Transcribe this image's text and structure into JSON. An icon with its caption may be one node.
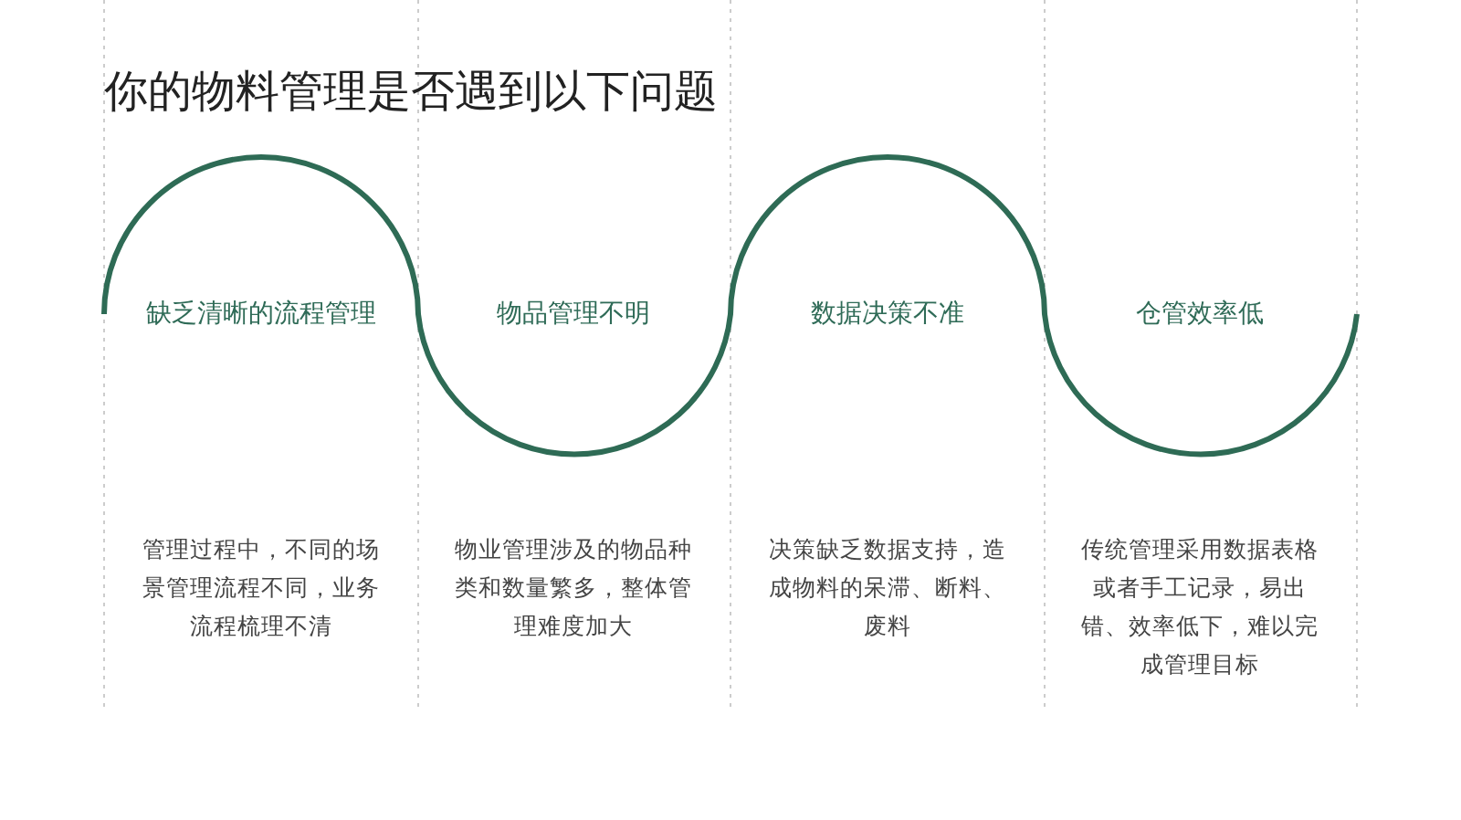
{
  "diagram": {
    "title": "你的物料管理是否遇到以下问题",
    "labels": [
      "缺乏清晰的流程管理",
      "物品管理不明",
      "数据决策不准",
      "仓管效率低",
      "管理过程中，不同的场景管理流程不同，业务流程梳理不清",
      "物业管理涉及的物品种类和数量繁多，整体管理难度加大",
      "决策缺乏数据支持，造成物料的呆滞、断料、废料",
      "传统管理采用数据表格或者手工记录，易出错、效率低下，难以完成管理目标"
    ]
  }
}
